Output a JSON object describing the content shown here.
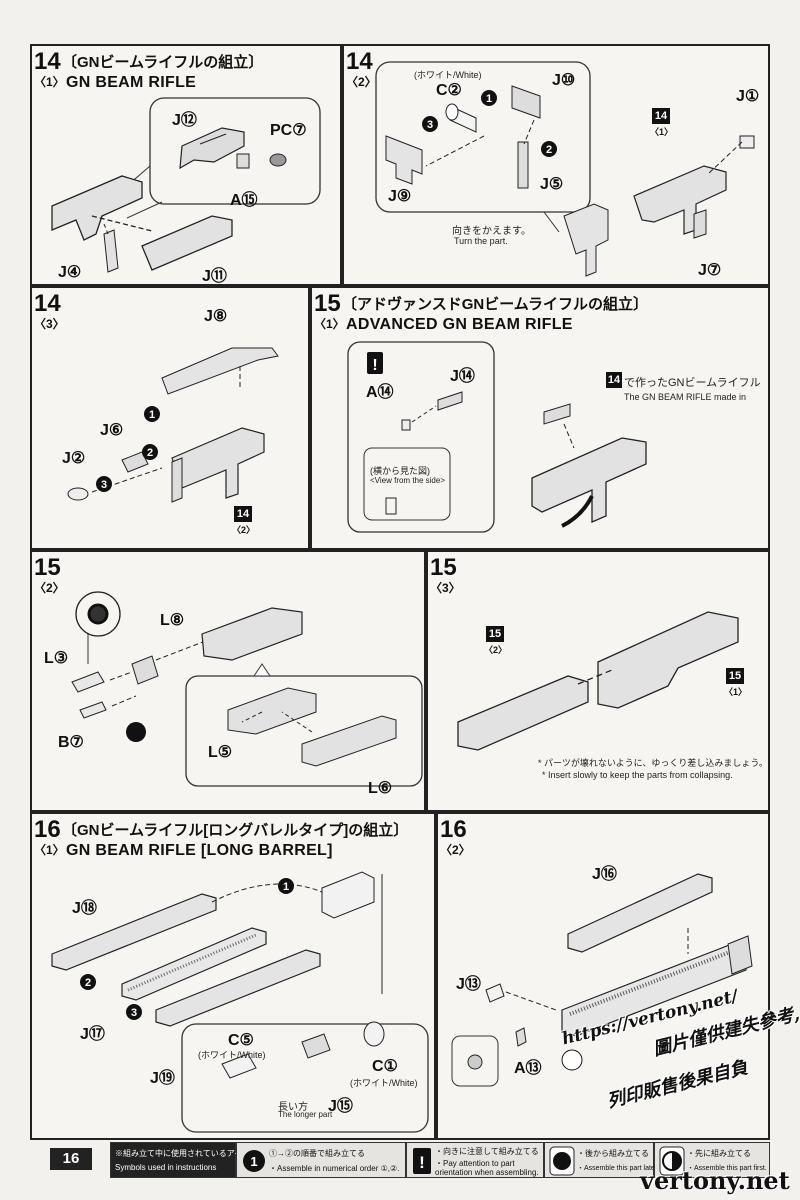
{
  "steps": {
    "s14_1": {
      "num": "14",
      "sub": "〈1〉",
      "jp": "〔GNビームライフルの組立〕",
      "en": "GN BEAM RIFLE",
      "labels": {
        "j12": "J⑫",
        "pc7": "PC⑦",
        "a15": "A⑮",
        "j4": "J④",
        "j11": "J⑪"
      }
    },
    "s14_2": {
      "num": "14",
      "sub": "〈2〉",
      "labels": {
        "c2": "C②",
        "white": "(ホワイト/White)",
        "j10": "J⑩",
        "j1": "J①",
        "j9": "J⑨",
        "j5": "J⑤",
        "j7": "J⑦",
        "ref": "14",
        "refsub": "〈1〉"
      },
      "turn_jp": "向きをかえます。",
      "turn_en": "Turn the part."
    },
    "s14_3": {
      "num": "14",
      "sub": "〈3〉",
      "labels": {
        "j8": "J⑧",
        "j6": "J⑥",
        "j2": "J②",
        "ref": "14",
        "refsub": "〈2〉"
      }
    },
    "s15_1": {
      "num": "15",
      "sub": "〈1〉",
      "jp": "〔アドヴァンスドGNビームライフルの組立〕",
      "en": "ADVANCED GN BEAM RIFLE",
      "labels": {
        "a14": "A⑭",
        "j14": "J⑭",
        "view_jp": "(横から見た図)",
        "view_en": "<View from the side>"
      },
      "made_jp": "で作ったGNビームライフル",
      "made_en": "The GN BEAM RIFLE made in",
      "made_ref": "14"
    },
    "s15_2": {
      "num": "15",
      "sub": "〈2〉",
      "labels": {
        "l8": "L⑧",
        "l3": "L③",
        "b7": "B⑦",
        "l5": "L⑤",
        "l6": "L⑥"
      }
    },
    "s15_3": {
      "num": "15",
      "sub": "〈3〉",
      "labels": {
        "ref2": "15",
        "ref2sub": "〈2〉",
        "ref1": "15",
        "ref1sub": "〈1〉"
      },
      "caution_jp": "* パーツが壊れないように、ゆっくり差し込みましょう。",
      "caution_en": "* Insert slowly to keep the parts from collapsing."
    },
    "s16_1": {
      "num": "16",
      "sub": "〈1〉",
      "jp": "〔GNビームライフル[ロングバレルタイプ]の組立〕",
      "en": "GN BEAM RIFLE [LONG BARREL]",
      "labels": {
        "j18": "J⑱",
        "j17": "J⑰",
        "j19": "J⑲",
        "c5": "C⑤",
        "c1": "C①",
        "j15": "J⑮",
        "white1": "(ホワイト/White)",
        "white2": "(ホワイト/White)"
      },
      "longer_jp": "長い方",
      "longer_en": "The longer part"
    },
    "s16_2": {
      "num": "16",
      "sub": "〈2〉",
      "labels": {
        "j16": "J⑯",
        "j13": "J⑬",
        "a13": "A⑬"
      }
    }
  },
  "footer": {
    "page": "16",
    "symbols_jp": "※組み立て中に使用されているアイコン",
    "symbols_en": "Symbols used in instructions",
    "l1_jp": "①→②の順番で組み立てる",
    "l1_en": "・Assemble in numerical order ①,②.",
    "l2_jp": "・向きに注意して組み立てる",
    "l2_en": "・Pay attention to part orientation when assembling.",
    "l3_jp": "・後から組み立てる",
    "l3_en": "・Assemble this part later.",
    "l4_jp": "・先に組み立てる",
    "l4_en": "・Assemble this part first."
  },
  "watermark": {
    "url": "https://vertony.net/",
    "line1": "圖片僅供建失參考,",
    "line2": "列印販售後果自負",
    "brand": "vertony.net"
  }
}
